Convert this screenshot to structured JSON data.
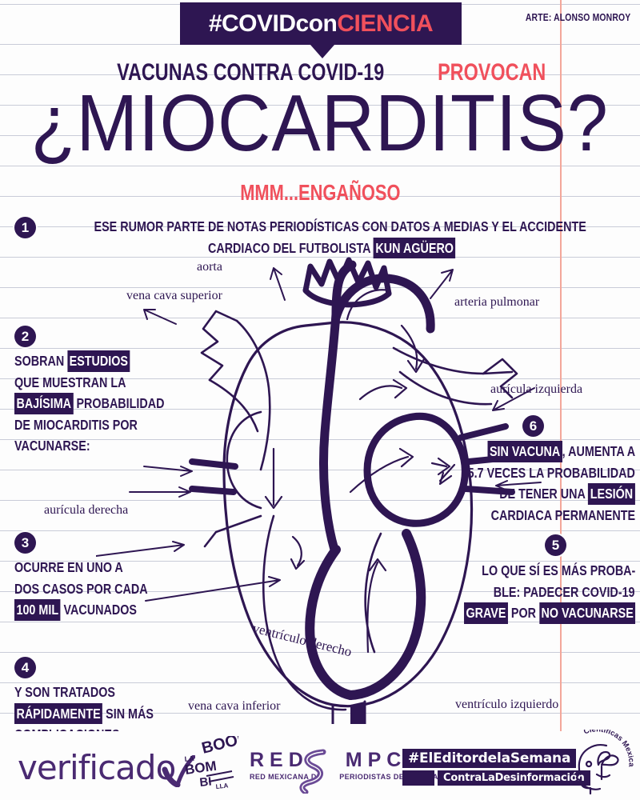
{
  "header": {
    "banner_hash": "#COVIDcon",
    "banner_hash_accent": "CIENCIA",
    "credit": "ARTE: ALONSO MONROY",
    "kicker_main": "VACUNAS CONTRA COVID-19 ",
    "kicker_accent": "PROVOCAN",
    "title": "¿MIOCARDITIS?",
    "subtitle": "MMM...ENGAÑOSO"
  },
  "colors": {
    "ink": "#2e1652",
    "accent": "#f0505c",
    "paper": "#fdfdfd",
    "rule": "#c9ccd8",
    "margin": "#f3a79a"
  },
  "facts": [
    {
      "number": "1",
      "lines": [
        [
          {
            "t": "ESE RUMOR PARTE DE NOTAS PERIODÍSTICAS CON DATOS A MEDIAS Y EL ACCIDENTE",
            "hl": false
          }
        ],
        [
          {
            "t": "CARDIACO DEL FUTBOLISTA ",
            "hl": false
          },
          {
            "t": "KUN AGÜERO",
            "hl": true
          }
        ]
      ]
    },
    {
      "number": "2",
      "lines": [
        [
          {
            "t": "SOBRAN ",
            "hl": false
          },
          {
            "t": "ESTUDIOS",
            "hl": true
          }
        ],
        [
          {
            "t": "QUE MUESTRAN LA",
            "hl": false
          }
        ],
        [
          {
            "t": "BAJÍSIMA",
            "hl": true
          },
          {
            "t": " PROBABILIDAD",
            "hl": false
          }
        ],
        [
          {
            "t": "DE MIOCARDITIS POR",
            "hl": false
          }
        ],
        [
          {
            "t": "VACUNARSE:",
            "hl": false
          }
        ]
      ]
    },
    {
      "number": "3",
      "lines": [
        [
          {
            "t": "OCURRE EN UNO A",
            "hl": false
          }
        ],
        [
          {
            "t": "DOS CASOS POR CADA",
            "hl": false
          }
        ],
        [
          {
            "t": "100 MIL",
            "hl": true
          },
          {
            "t": " VACUNADOS",
            "hl": false
          }
        ]
      ]
    },
    {
      "number": "4",
      "lines": [
        [
          {
            "t": "Y SON TRATADOS",
            "hl": false
          }
        ],
        [
          {
            "t": "RÁPIDAMENTE",
            "hl": true
          },
          {
            "t": " SIN MÁS",
            "hl": false
          }
        ],
        [
          {
            "t": "COMPLICACIONES",
            "hl": false
          }
        ]
      ]
    },
    {
      "number": "5",
      "lines": [
        [
          {
            "t": "LO QUE SÍ ES MÁS PROBA-",
            "hl": false
          }
        ],
        [
          {
            "t": "BLE: PADECER COVID-19",
            "hl": false
          }
        ],
        [
          {
            "t": "GRAVE",
            "hl": true
          },
          {
            "t": " POR ",
            "hl": false
          },
          {
            "t": "NO VACUNARSE",
            "hl": true
          }
        ]
      ]
    },
    {
      "number": "6",
      "lines": [
        [
          {
            "t": "SIN VACUNA",
            "hl": true
          },
          {
            "t": ", AUMENTA A",
            "hl": false
          }
        ],
        [
          {
            "t": "15.7 VECES LA PROBABILIDAD",
            "hl": false
          }
        ],
        [
          {
            "t": "DE TENER UNA ",
            "hl": false
          },
          {
            "t": "LESIÓN",
            "hl": true
          }
        ],
        [
          {
            "t": "CARDIACA PERMANENTE",
            "hl": false
          }
        ]
      ]
    }
  ],
  "anatomy": {
    "aorta": "aorta",
    "vena_cava_superior": "vena cava superior",
    "arteria_pulmonar": "arteria pulmonar",
    "auricula_izquierda": "aurícula izquierda",
    "auricula_derecha": "aurícula derecha",
    "ventriculo_derecho": "ventrículo derecho",
    "ventriculo_izquierdo": "ventrículo izquierdo",
    "vena_cava_inferior": "vena cava inferior"
  },
  "footer": {
    "verificado": "verificado",
    "bombilla_la": "LA",
    "bombilla_boom": "BOOM",
    "bombilla_bom": "BOM",
    "bombilla_bi": "BI",
    "bombilla_lla": "LLA",
    "redmpc_red": "RED",
    "redmpc_mpc": "MPC",
    "redmpc_sub_left": "RED MEXICANA DE",
    "redmpc_sub_right": "PERIODISTAS DE CIENCIA",
    "editor_hash": "#ElEditordelaSemana",
    "editor_sub": "ContraLaDesinformación",
    "cientificas": "Científicas Mexicanas"
  }
}
